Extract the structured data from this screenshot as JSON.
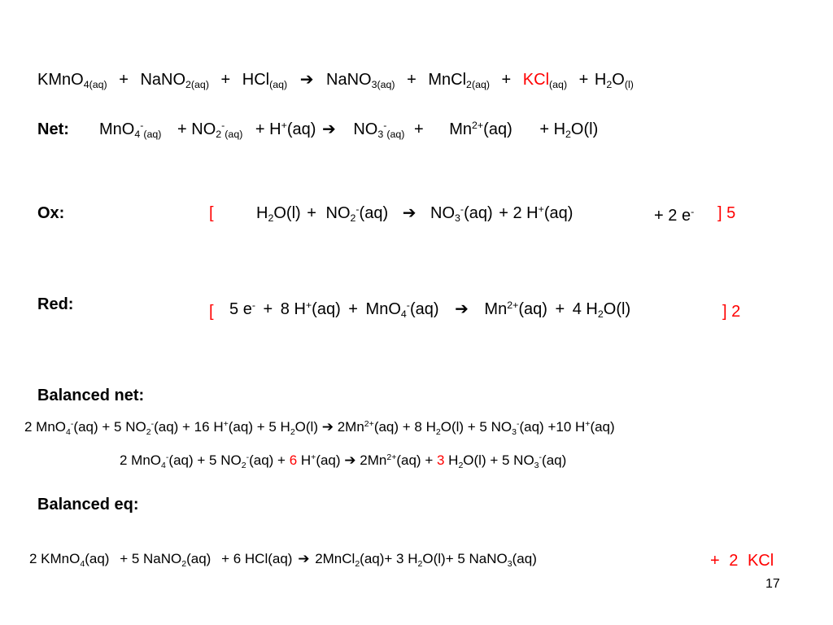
{
  "colors": {
    "text": "#000000",
    "accent": "#ff0000",
    "background": "#ffffff"
  },
  "icons": {
    "arrow": "right-arrow-icon"
  },
  "arrow": "➔",
  "labels": {
    "net": "Net:",
    "ox": "Ox:",
    "red": "Red:",
    "balanced_net": "Balanced net:",
    "balanced_eq": "Balanced eq:"
  },
  "t": {
    "plus": "+",
    "aq": "(aq)",
    "aq_sub": "(aq)",
    "l": "(l)",
    "l_sub": "(l)",
    "two": "2",
    "three": "3",
    "four": "4",
    "five": "5",
    "six": "6",
    "eight": "8",
    "minus": "-",
    "plus_sup": "+",
    "two_plus": "2+",
    "KMnO": "KMnO",
    "NaNO": "NaNO",
    "HCl": "HCl",
    "MnCl": "MnCl",
    "KCl": "KCl",
    "H": "H",
    "O": "O",
    "MnO": "MnO",
    "NO": "NO",
    "Mn": "Mn",
    "e": "e",
    "aq4": "4(aq)",
    "aq2": "2(aq)",
    "aq3": "3(aq)",
    "bracket_open": "[",
    "bracket_close": "]",
    "mult5": "] 5",
    "mult2": "] 2"
  },
  "balanced_net_line": {
    "p1": "2 MnO",
    "p2": "(aq) + 5 NO",
    "p3": "(aq) + 16 H",
    "p4": "(aq) + 5 H",
    "p5": "O(l)",
    "p6": "2Mn",
    "p7": "(aq) + 8 H",
    "p8": "O(l) + 5 NO",
    "p9": "(aq) +10 H",
    "p10": "(aq)"
  },
  "balanced_net_line2": {
    "p1": "2 MnO",
    "p2": "(aq) + 5 NO",
    "p3": "(aq) + ",
    "coef_h": "6",
    "p4": " H",
    "p5": "(aq)",
    "p6": "2Mn",
    "p7": "(aq) + ",
    "coef_h2o": "3",
    "p8": " H",
    "p9": "O(l) + 5 NO",
    "p10": "(aq)"
  },
  "balanced_eq_line": {
    "p1": "2 KMnO",
    "p2": "(aq)",
    "p3": "+ 5 NaNO",
    "p4": "(aq)",
    "p5": "+ 6 HCl(aq)",
    "p6": "2MnCl",
    "p7": "(aq)",
    "p8": "+ 3 H",
    "p9": "O(l)",
    "p10": "+ 5 NaNO",
    "p11": "(aq)",
    "p12": "+",
    "p13": "2",
    "p14": "KCl"
  },
  "page_number": "17"
}
